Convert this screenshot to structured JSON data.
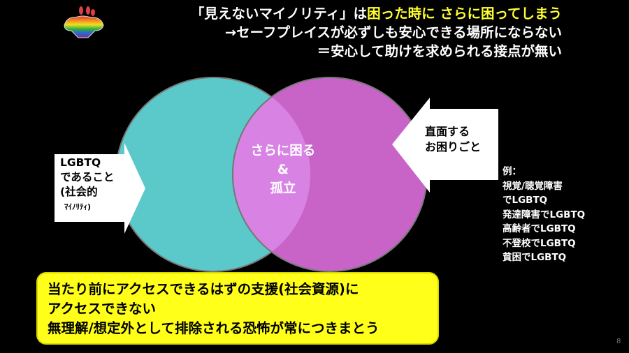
{
  "header": {
    "line1_prefix": "「見えないマイノリティ」は",
    "line1_highlight": "困った時に さらに困ってしまう",
    "line2": "→セーフプレイスが必ずしも安心できる場所にならない",
    "line3": "＝安心して助けを求められる接点が無い",
    "highlight_color": "#ffff33"
  },
  "logo": {
    "icon": "rainbow-flower-logo"
  },
  "venn": {
    "left_circle_color": "#5bc8c9",
    "right_circle_color": "#c864c8",
    "overlap_color": "#d580e0",
    "overlap_label_line1": "さらに困る",
    "overlap_label_line2": "&",
    "overlap_label_line3": "孤立"
  },
  "left_arrow": {
    "line1": "LGBTQ",
    "line2": "であること",
    "line3": "(社会的",
    "line4": "ﾏｲﾉﾘﾃｨ)"
  },
  "right_arrow": {
    "line1": "直面する",
    "line2": "お困りごと"
  },
  "examples": {
    "heading": "例：",
    "items": [
      "視覚/聴覚障害",
      "でLGBTQ",
      "発達障害でLGBTQ",
      "高齢者でLGBTQ",
      "不登校でLGBTQ",
      "貧困でLGBTQ"
    ]
  },
  "callout": {
    "line1": "当たり前にアクセスできるはずの支援(社会資源)に",
    "line2": "アクセスできない",
    "line3": "無理解/想定外として排除される恐怖が常につきまとう",
    "bg_color": "#ffff1a"
  },
  "page_number": "8"
}
